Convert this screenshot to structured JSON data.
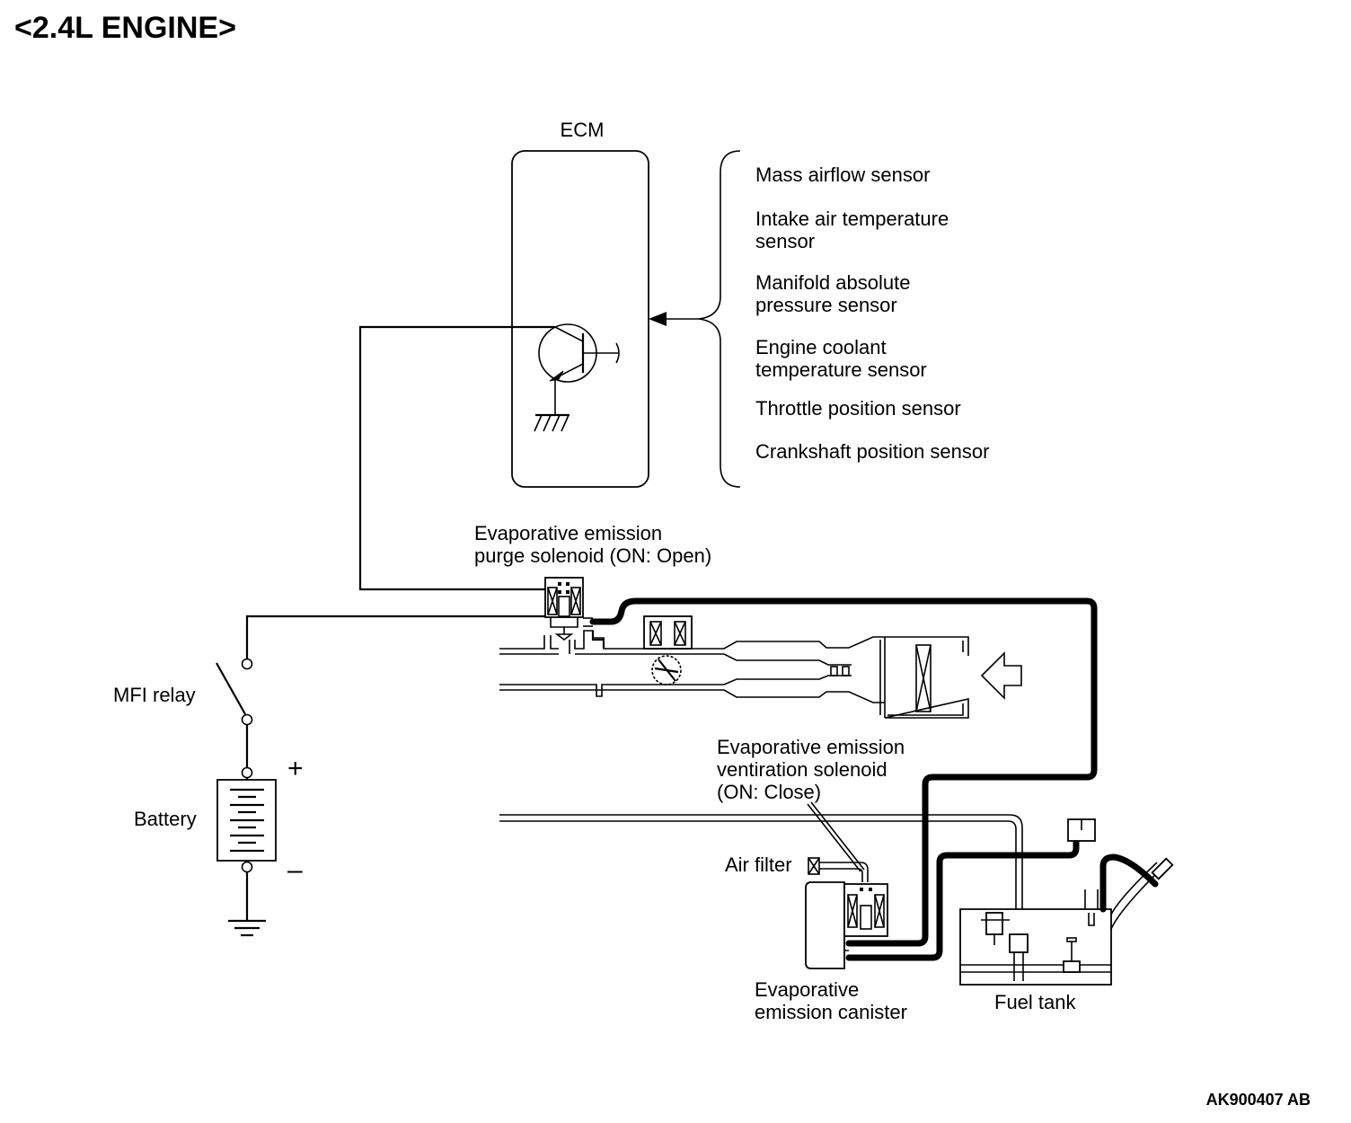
{
  "title": "<2.4L ENGINE>",
  "figure_code": "AK900407 AB",
  "ecm": {
    "label": "ECM"
  },
  "sensors": [
    [
      "Mass airflow sensor"
    ],
    [
      "Intake air temperature",
      "sensor"
    ],
    [
      "Manifold absolute",
      "pressure sensor"
    ],
    [
      "Engine coolant",
      "temperature sensor"
    ],
    [
      "Throttle position sensor"
    ],
    [
      "Crankshaft position sensor"
    ]
  ],
  "purge_solenoid": [
    "Evaporative emission",
    "purge solenoid (ON: Open)"
  ],
  "ventilation_solenoid": [
    "Evaporative emission",
    "ventiration solenoid",
    "(ON: Close)"
  ],
  "mfi_relay": "MFI relay",
  "battery": {
    "label": "Battery",
    "plus": "+",
    "minus": "–"
  },
  "air_filter": "Air filter",
  "canister": [
    "Evaporative",
    "emission canister"
  ],
  "fuel_tank": "Fuel tank"
}
